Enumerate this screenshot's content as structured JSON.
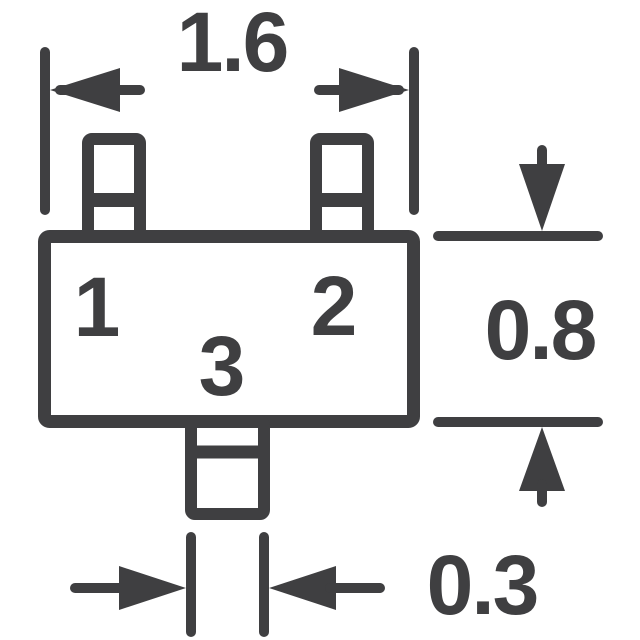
{
  "diagram": {
    "colors": {
      "line": "#3f3f41",
      "background": "#ffffff"
    },
    "dimensions": {
      "body_width": "1.6",
      "body_height": "0.8",
      "lead_width": "0.3"
    },
    "pins": [
      {
        "number": "1"
      },
      {
        "number": "2"
      },
      {
        "number": "3"
      }
    ]
  }
}
